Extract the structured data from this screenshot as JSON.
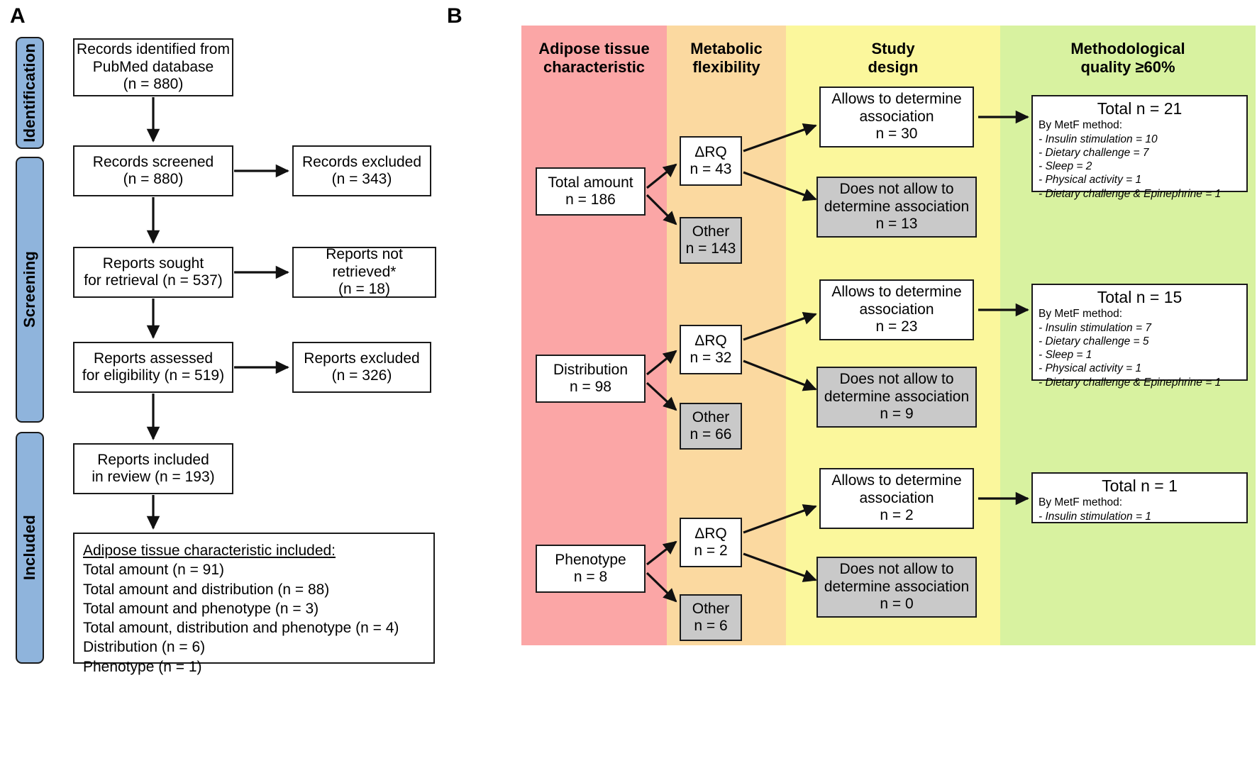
{
  "figure": {
    "panel_a_letter": "A",
    "panel_b_letter": "B"
  },
  "panel_a": {
    "stages": [
      {
        "label": "Identification"
      },
      {
        "label": "Screening"
      },
      {
        "label": "Included"
      }
    ],
    "boxes": {
      "identified": {
        "line1": "Records identified from",
        "line2": "PubMed database",
        "line3": "(n = 880)"
      },
      "screened": {
        "line1": "Records screened",
        "line2": "(n = 880)"
      },
      "records_excluded": {
        "line1": "Records excluded",
        "line2": "(n = 343)"
      },
      "sought": {
        "line1": "Reports sought",
        "line2": "for retrieval (n = 537)"
      },
      "not_retrieved": {
        "line1": "Reports not retrieved*",
        "line2": "(n = 18)"
      },
      "assessed": {
        "line1": "Reports assessed",
        "line2": "for eligibility (n = 519)"
      },
      "reports_excluded": {
        "line1": "Reports excluded",
        "line2": "(n = 326)"
      },
      "included": {
        "line1": "Reports included",
        "line2": "in review (n = 193)"
      }
    },
    "included_list": {
      "header": "Adipose tissue characteristic included:",
      "items": [
        "Total amount (n = 91)",
        "Total amount and distribution (n = 88)",
        "Total amount and phenotype (n = 3)",
        "Total amount, distribution and phenotype (n = 4)",
        "Distribution (n = 6)",
        "Phenotype (n = 1)"
      ]
    }
  },
  "panel_b": {
    "columns": [
      {
        "title_line1": "Adipose tissue",
        "title_line2": "characteristic",
        "color": "#fba6a6"
      },
      {
        "title_line1": "Metabolic",
        "title_line2": "flexibility",
        "color": "#fbd9a0"
      },
      {
        "title_line1": "Study",
        "title_line2": "design",
        "color": "#fbf79c"
      },
      {
        "title_line1": "Methodological",
        "title_line2": "quality ≥60%",
        "color": "#d8f2a0"
      }
    ],
    "rows": [
      {
        "characteristic": {
          "line1": "Total amount",
          "line2": "n = 186"
        },
        "metf": {
          "line1": "ΔRQ",
          "line2": "n = 43"
        },
        "other": {
          "line1": "Other",
          "line2": "n = 143"
        },
        "allows": {
          "line1": "Allows to determine",
          "line2": "association",
          "line3": "n = 30"
        },
        "not_allows": {
          "line1": "Does not allow to",
          "line2": "determine association",
          "line3": "n = 13"
        },
        "quality": {
          "total": "Total n = 21",
          "sub": "By MetF method:",
          "items": [
            "- Insulin stimulation = 10",
            "- Dietary challenge = 7",
            "- Sleep = 2",
            "- Physical activity = 1",
            "- Dietary challenge & Epinephrine = 1"
          ]
        }
      },
      {
        "characteristic": {
          "line1": "Distribution",
          "line2": "n = 98"
        },
        "metf": {
          "line1": "ΔRQ",
          "line2": "n = 32"
        },
        "other": {
          "line1": "Other",
          "line2": "n = 66"
        },
        "allows": {
          "line1": "Allows to determine",
          "line2": "association",
          "line3": "n = 23"
        },
        "not_allows": {
          "line1": "Does not allow to",
          "line2": "determine association",
          "line3": "n = 9"
        },
        "quality": {
          "total": "Total n = 15",
          "sub": "By MetF method:",
          "items": [
            "- Insulin stimulation = 7",
            "- Dietary challenge = 5",
            "- Sleep = 1",
            "- Physical activity = 1",
            "- Dietary challenge & Epinephrine = 1"
          ]
        }
      },
      {
        "characteristic": {
          "line1": "Phenotype",
          "line2": "n = 8"
        },
        "metf": {
          "line1": "ΔRQ",
          "line2": "n = 2"
        },
        "other": {
          "line1": "Other",
          "line2": "n = 6"
        },
        "allows": {
          "line1": "Allows to determine",
          "line2": "association",
          "line3": "n = 2"
        },
        "not_allows": {
          "line1": "Does not allow to",
          "line2": "determine association",
          "line3": "n = 0"
        },
        "quality": {
          "total": "Total n = 1",
          "sub": "By MetF method:",
          "items": [
            "- Insulin stimulation = 1"
          ]
        }
      }
    ]
  },
  "colors": {
    "stage_blue": "#8fb4dc",
    "gray_box": "#c9c9c9",
    "outline": "#1a1a1a"
  }
}
